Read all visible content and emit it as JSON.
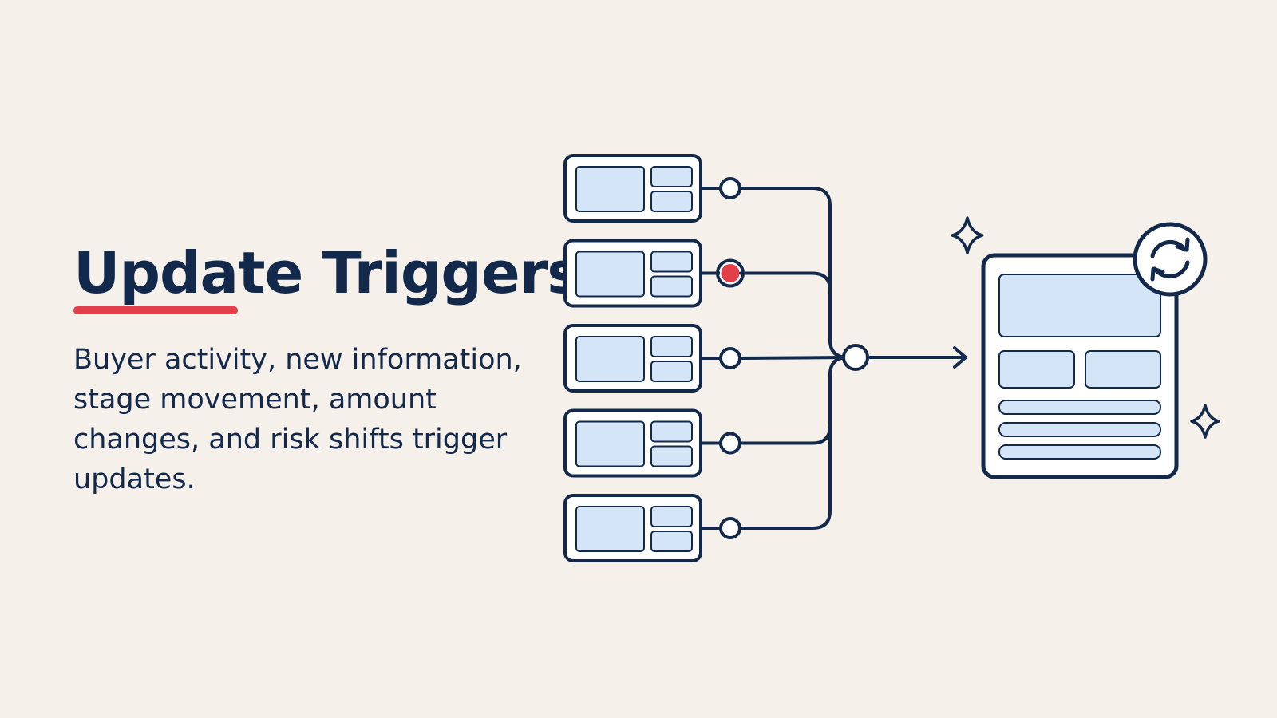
{
  "slide": {
    "title": "Update Triggers",
    "description": "Buyer activity, new information, stage movement, amount changes, and risk shifts trigger updates."
  },
  "diagram": {
    "source_count": 5,
    "highlighted_source_index": 1,
    "colors": {
      "background": "#f5f0e9",
      "ink": "#13294b",
      "fill": "#d5e5f8",
      "accent": "#e33f4b",
      "paper": "#ffffff"
    },
    "icons": [
      "sparkle-icon",
      "refresh-icon",
      "arrow-right-icon"
    ]
  }
}
